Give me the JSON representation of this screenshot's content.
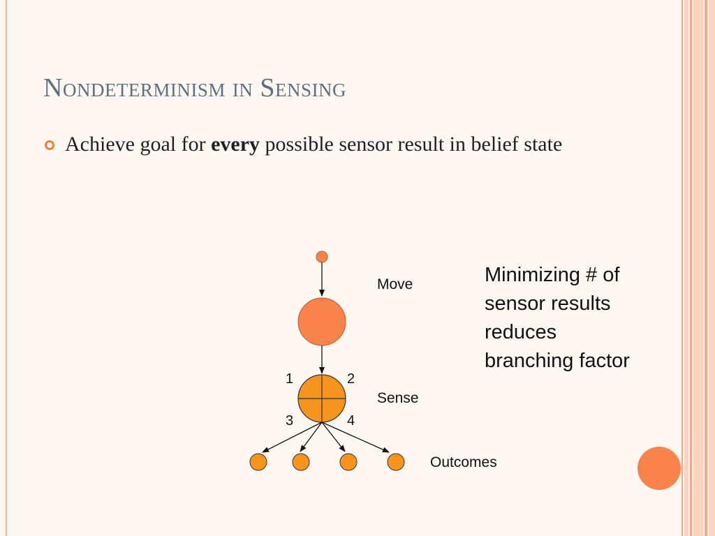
{
  "slide": {
    "title": "Nondeterminism in Sensing",
    "bullet": {
      "prefix": "Achieve goal for ",
      "emphasis": "every",
      "suffix": " possible sensor result in belief state"
    }
  },
  "diagram": {
    "labels": {
      "move": "Move",
      "sense": "Sense",
      "outcomes": "Outcomes"
    },
    "quadrants": [
      "1",
      "2",
      "3",
      "4"
    ],
    "outcome_count": 4,
    "note_lines": [
      "Minimizing # of",
      "sensor results",
      "reduces",
      "branching factor"
    ]
  },
  "colors": {
    "title": "#5e6f80",
    "accent": "#f07f3c",
    "large_node": "#f8844c",
    "sense_node": "#f7941d",
    "stripe_light": "#fbd3bf",
    "stripe_dark": "#f2a887"
  }
}
